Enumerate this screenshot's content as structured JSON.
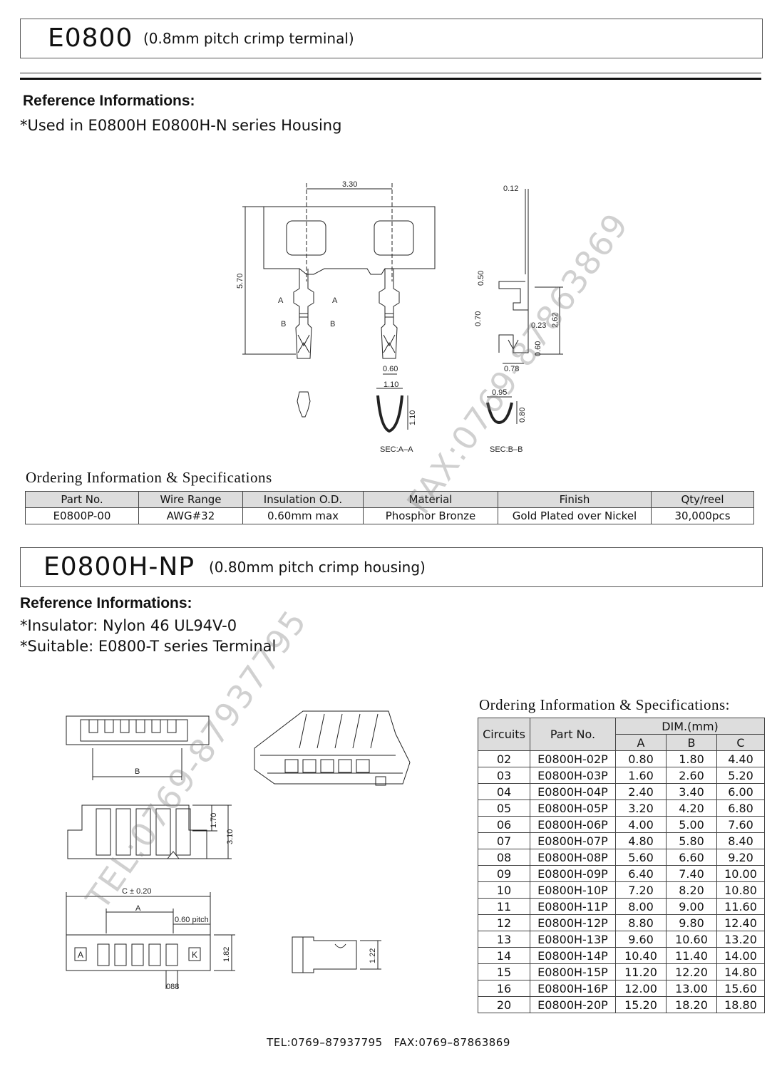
{
  "section1": {
    "code": "E0800",
    "subtitle": "(0.8mm pitch crimp terminal)",
    "ref_heading": "Reference Informations:",
    "note": "*Used in E0800H E0800H-N series Housing",
    "drawing": {
      "dim_330": "3.30",
      "dim_570": "5.70",
      "dim_012": "0.12",
      "dim_050": "0.50",
      "dim_070": "0.70",
      "dim_262": "2.62",
      "dim_023": "0.23",
      "dim_060b": "0.60",
      "dim_078": "0.78",
      "dim_060": "0.60",
      "dim_110a": "1.10",
      "dim_110b": "1.10",
      "dim_095": "0.95",
      "dim_080": "0.80",
      "label_a": "A",
      "label_b": "B",
      "sec_aa": "SEC:A–A",
      "sec_bb": "SEC:B–B"
    },
    "ordering_title": "Ordering Information & Specifications",
    "table": {
      "headers": [
        "Part No.",
        "Wire Range",
        "Insulation O.D.",
        "Material",
        "Finish",
        "Qty/reel"
      ],
      "row": [
        "E0800P-00",
        "AWG#32",
        "0.60mm max",
        "Phosphor Bronze",
        "Gold Plated over Nickel",
        "30,000pcs"
      ]
    }
  },
  "section2": {
    "code": "E0800H-NP",
    "subtitle": "(0.80mm pitch crimp housing)",
    "ref_heading": "Reference Informations:",
    "note1": "*Insulator: Nylon 46 UL94V-0",
    "note2": "*Suitable: E0800-T series Terminal",
    "drawing": {
      "dim_b": "B",
      "dim_170": "1.70",
      "dim_310": "3.10",
      "dim_c": "C ± 0.20",
      "dim_a": "A",
      "dim_pitch": "0.60 pitch",
      "dim_182": "1.82",
      "dim_088": "088",
      "dim_122": "1.22",
      "mark_a": "A",
      "mark_k": "K"
    },
    "ordering_title": "Ordering Information & Specifications:",
    "table": {
      "h_circuits": "Circuits",
      "h_part": "Part  No.",
      "h_dim": "DIM.(mm)",
      "h_a": "A",
      "h_b": "B",
      "h_c": "C",
      "rows": [
        [
          "02",
          "E0800H-02P",
          "0.80",
          "1.80",
          "4.40"
        ],
        [
          "03",
          "E0800H-03P",
          "1.60",
          "2.60",
          "5.20"
        ],
        [
          "04",
          "E0800H-04P",
          "2.40",
          "3.40",
          "6.00"
        ],
        [
          "05",
          "E0800H-05P",
          "3.20",
          "4.20",
          "6.80"
        ],
        [
          "06",
          "E0800H-06P",
          "4.00",
          "5.00",
          "7.60"
        ],
        [
          "07",
          "E0800H-07P",
          "4.80",
          "5.80",
          "8.40"
        ],
        [
          "08",
          "E0800H-08P",
          "5.60",
          "6.60",
          "9.20"
        ],
        [
          "09",
          "E0800H-09P",
          "6.40",
          "7.40",
          "10.00"
        ],
        [
          "10",
          "E0800H-10P",
          "7.20",
          "8.20",
          "10.80"
        ],
        [
          "11",
          "E0800H-11P",
          "8.00",
          "9.00",
          "11.60"
        ],
        [
          "12",
          "E0800H-12P",
          "8.80",
          "9.80",
          "12.40"
        ],
        [
          "13",
          "E0800H-13P",
          "9.60",
          "10.60",
          "13.20"
        ],
        [
          "14",
          "E0800H-14P",
          "10.40",
          "11.40",
          "14.00"
        ],
        [
          "15",
          "E0800H-15P",
          "11.20",
          "12.20",
          "14.80"
        ],
        [
          "16",
          "E0800H-16P",
          "12.00",
          "13.00",
          "15.60"
        ],
        [
          "20",
          "E0800H-20P",
          "15.20",
          "18.20",
          "18.80"
        ]
      ]
    }
  },
  "watermarks": {
    "tel": "TEL:0769-87937795",
    "fax": "FAX:0769-87863869"
  },
  "footer": "TEL:0769–87937795   FAX:0769–87863869"
}
